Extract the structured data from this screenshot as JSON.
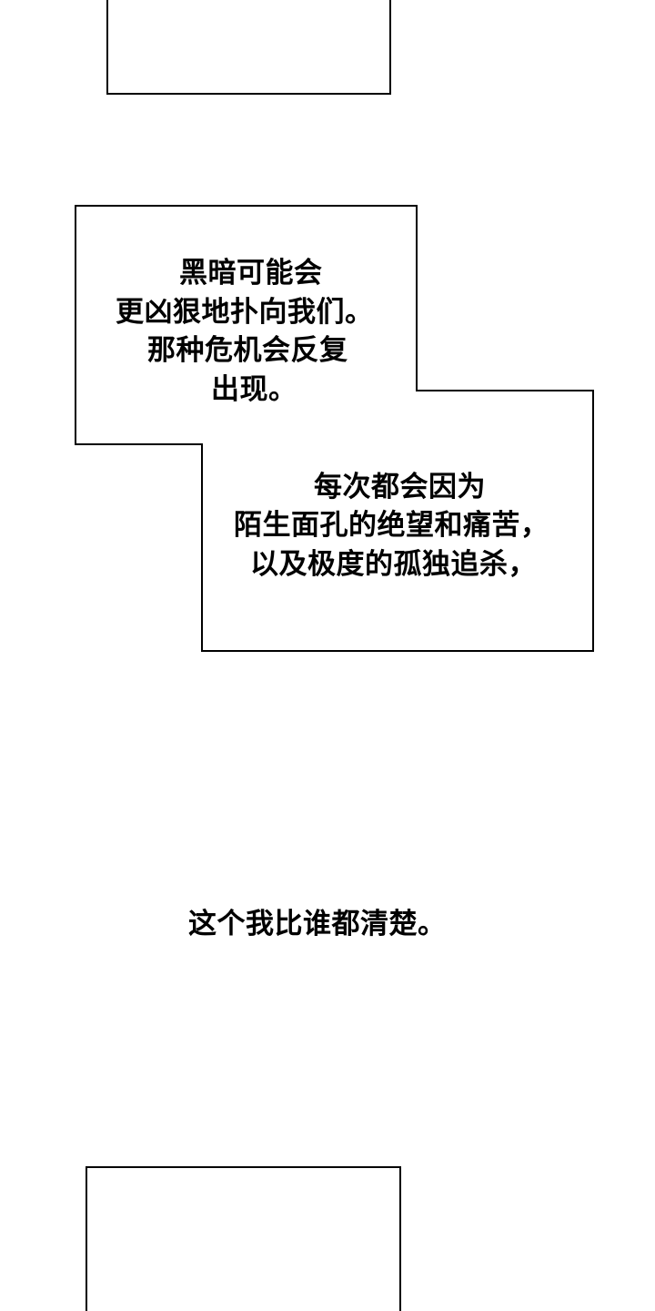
{
  "panels": [
    {
      "name": "top-panel"
    },
    {
      "name": "bottom-panel"
    }
  ],
  "caption_box_1": {
    "lines": [
      "黑暗可能会",
      "更凶狠地扑向我们。",
      "那种危机会反复",
      "出现。"
    ]
  },
  "caption_box_2": {
    "lines": [
      "每次都会因为",
      "陌生面孔的绝望和痛苦，",
      "以及极度的孤独追杀，"
    ]
  },
  "narration": {
    "text": "这个我比谁都清楚。"
  }
}
